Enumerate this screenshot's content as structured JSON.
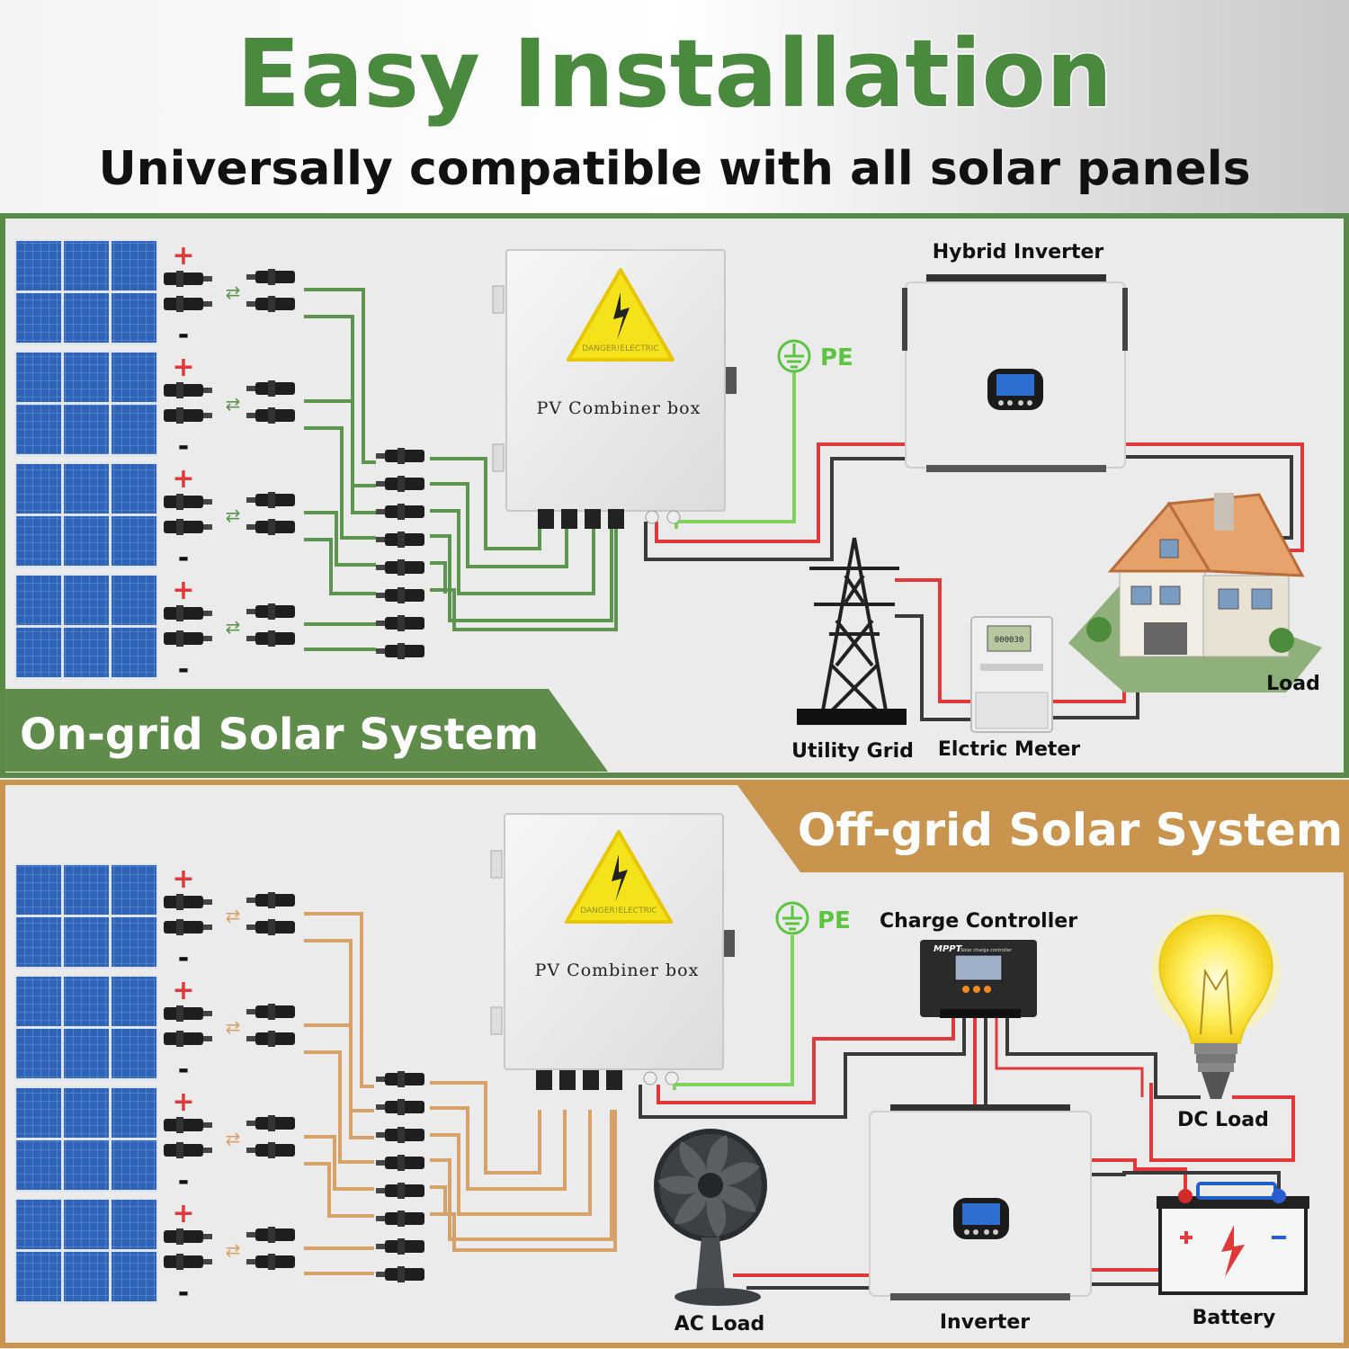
{
  "header": {
    "title": "Easy Installation",
    "subtitle": "Universally compatible with all solar panels"
  },
  "colors": {
    "title_green": "#4a8a3e",
    "ongrid_panel_border": "#5b8a48",
    "ongrid_banner": "#5f8b4b",
    "offgrid_panel_border": "#c9944e",
    "offgrid_banner": "#c8944e",
    "dc_wire_green": "#5c9450",
    "dc_wire_orange": "#d7a26a",
    "pe_wire": "#7fd35a",
    "red_wire": "#e0393a",
    "black_wire": "#3a3a3a",
    "panel_blue": "#2f63b8"
  },
  "icons": {
    "warning": "warning-triangle-icon",
    "ground": "ground-icon",
    "panel": "solar-panel-icon",
    "connector": "mc4-connector-icon"
  },
  "ongrid": {
    "banner": "On-grid Solar System",
    "combiner_label": "PV Combiner box",
    "warning_text": "DANGER!ELECTRIC",
    "pe_label": "PE",
    "hybrid_inverter": "Hybrid Inverter",
    "utility_grid": "Utility Grid",
    "meter": "Elctric Meter",
    "meter_display": "000030",
    "load": "Load",
    "plus": "+",
    "minus": "-"
  },
  "offgrid": {
    "banner": "Off-grid Solar System",
    "combiner_label": "PV Combiner box",
    "warning_text": "DANGER!ELECTRIC",
    "pe_label": "PE",
    "charge_controller": "Charge Controller",
    "mppt_brand": "MPPT",
    "mppt_sub": "Solar charge controller",
    "dc_load": "DC Load",
    "ac_load": "AC Load",
    "inverter": "Inverter",
    "battery": "Battery",
    "plus": "+",
    "minus": "-"
  }
}
